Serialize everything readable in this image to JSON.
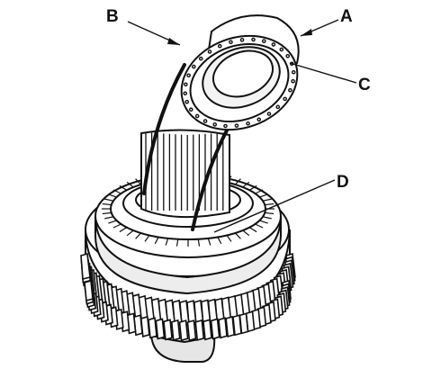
{
  "callouts": {
    "a": "A",
    "b": "B",
    "c": "C",
    "d": "D"
  },
  "colors": {
    "ink": "#111111",
    "paper": "#ffffff",
    "shade": "#d8d8d8"
  }
}
